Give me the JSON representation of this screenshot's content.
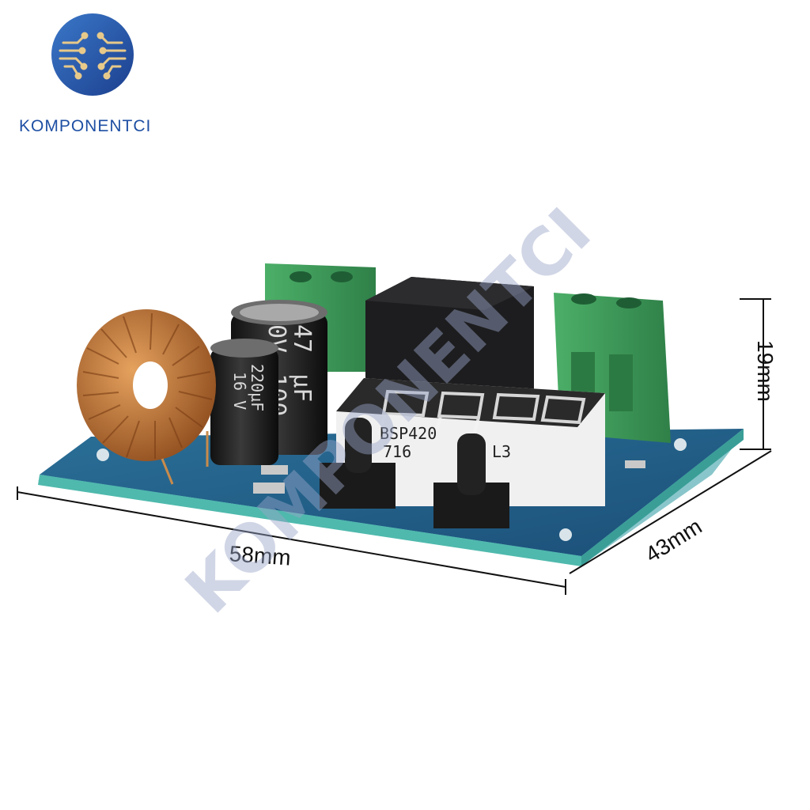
{
  "brand": {
    "name": "KOMPONENTCI",
    "watermark": "KOMPONENTCI",
    "colors": {
      "logo_blue": "#1e4fa3",
      "circle_dark": "#214b9b",
      "circle_light": "#3b78c9",
      "circuit": "#e7c98a"
    }
  },
  "dimensions": {
    "width": "58mm",
    "depth": "43mm",
    "height": "19mm"
  },
  "board": {
    "display_model": "BSP420",
    "display_model_suffix": "L3",
    "display_code": "716",
    "capacitor_large": [
      "47",
      "µF",
      "0V",
      "100"
    ],
    "capacitor_small": [
      "220µF",
      "16 V"
    ],
    "colors": {
      "pcb": "#1f5f86",
      "terminal": "#3f9a5a",
      "relay": "#1d1d1f",
      "coil": "#b8672b"
    }
  }
}
